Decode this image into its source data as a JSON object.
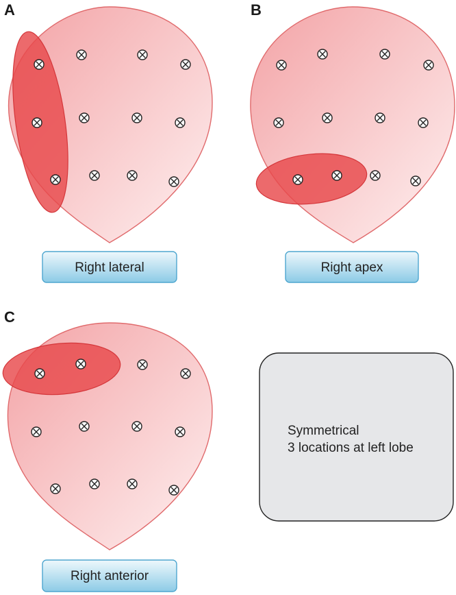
{
  "panels": [
    {
      "letter": "A",
      "caption": "Right lateral"
    },
    {
      "letter": "B",
      "caption": "Right apex"
    },
    {
      "letter": "C",
      "caption": "Right anterior"
    }
  ],
  "note": {
    "line1": "Symmetrical",
    "line2": "3 locations at left lobe"
  },
  "colors": {
    "lobe_fill_light": "#fde6e6",
    "lobe_fill_dark": "#f4a9ab",
    "lobe_stroke": "#e06a6c",
    "highlight_fill": "#e8494c",
    "caption_fill_top": "#e8f5fb",
    "caption_fill_bottom": "#8fcde8",
    "caption_stroke": "#4ea6cf",
    "note_fill": "#e6e7e9",
    "note_stroke": "#222222"
  },
  "icons": {
    "biopsy_site": "circle-x-icon"
  }
}
